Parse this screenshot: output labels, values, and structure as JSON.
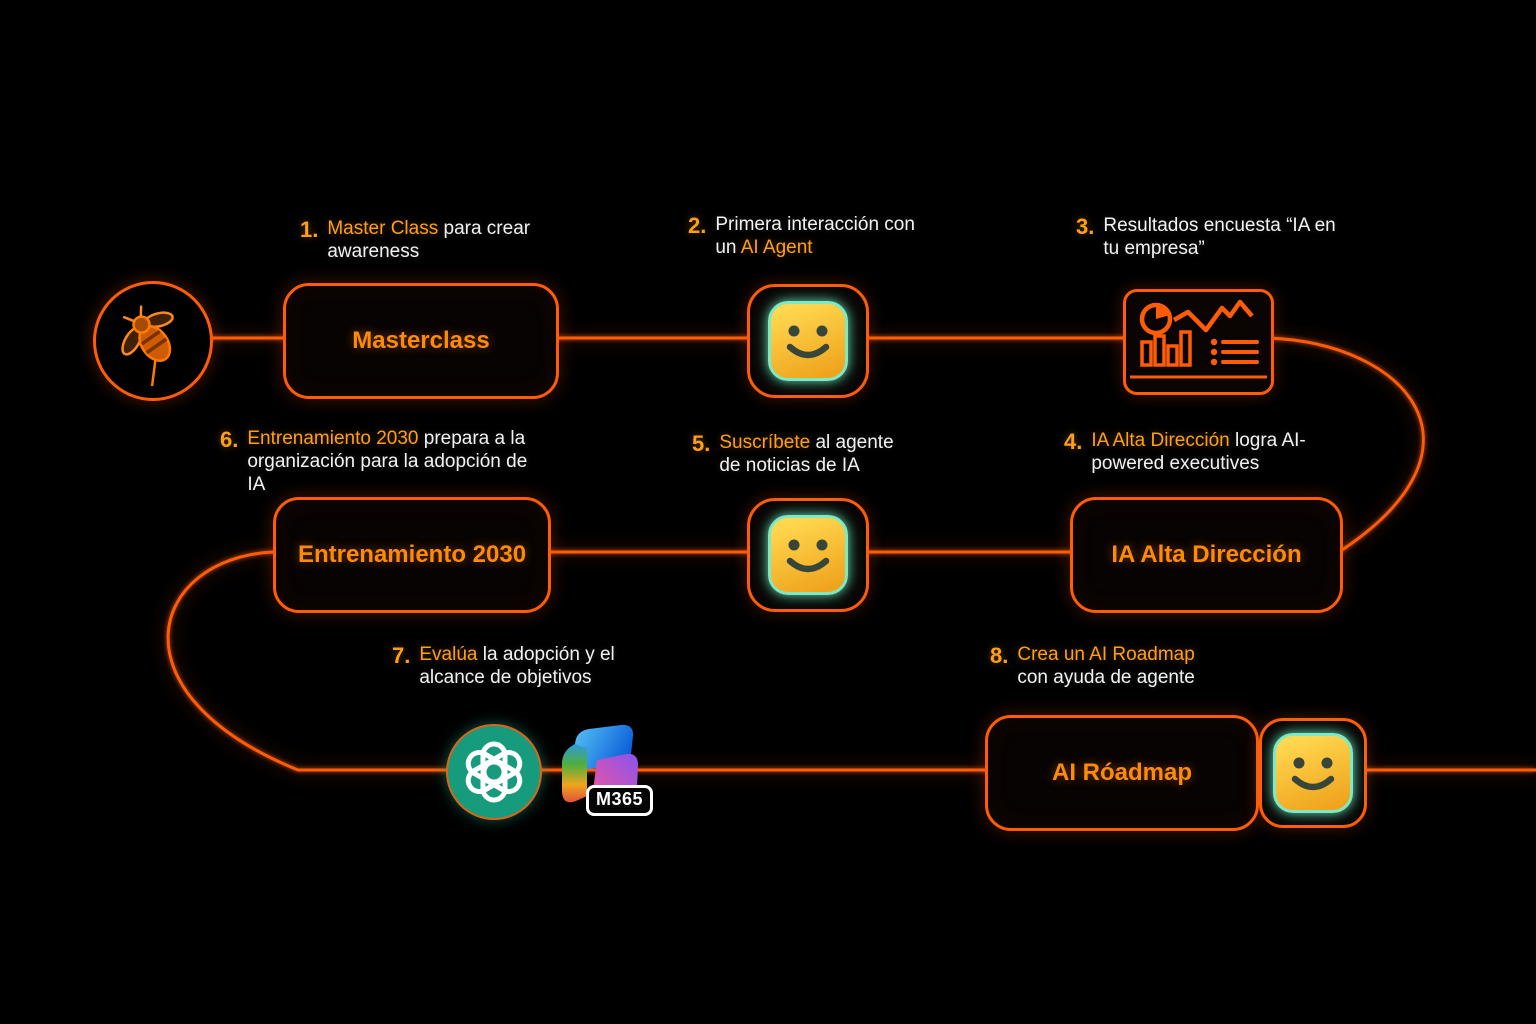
{
  "steps": [
    {
      "num": "1.",
      "accent": "Master Class",
      "plain": " para crear awareness"
    },
    {
      "num": "2.",
      "plain": "Primera interacción con un ",
      "accent": "AI Agent"
    },
    {
      "num": "3.",
      "plain": "Resultados encuesta “IA en tu empresa”"
    },
    {
      "num": "4.",
      "accent": "IA Alta Dirección",
      "plain": " logra AI-powered executives"
    },
    {
      "num": "5.",
      "accent": "Suscríbete",
      "plain": " al agente de noticias de IA"
    },
    {
      "num": "6.",
      "accent": "Entrenamiento 2030",
      "plain": " prepara a la organización para la adopción de IA"
    },
    {
      "num": "7.",
      "accent": "Evalúa",
      "plain": " la adopción y el alcance de objetivos"
    },
    {
      "num": "8.",
      "accent": "Crea un AI Roadmap",
      "plain": " con ayuda de agente"
    }
  ],
  "nodes": {
    "masterclass": {
      "label": "Masterclass"
    },
    "entrenamiento": {
      "label": "Entrenamiento 2030"
    },
    "alta_direccion": {
      "label": "IA Alta Dirección"
    },
    "ai_roadmap": {
      "label": "AI Róadmap"
    }
  },
  "icons": {
    "firefly": "firefly-icon",
    "agent_smiley": "smiley-agent-icon",
    "dashboard": "dashboard-chart-icon",
    "openai": "openai-logo",
    "m365_copilot": "m365-copilot-logo",
    "m365_badge": "M365"
  },
  "colors": {
    "background": "#000000",
    "connector_line": "#ff5c08",
    "node_label": "#ff8a05",
    "accent_text": "#ffa014",
    "body_text": "#f2f2f2",
    "smiley_face": "#ffc93a",
    "smiley_glow": "#7fe9c4",
    "openai_teal": "#169c7d"
  }
}
